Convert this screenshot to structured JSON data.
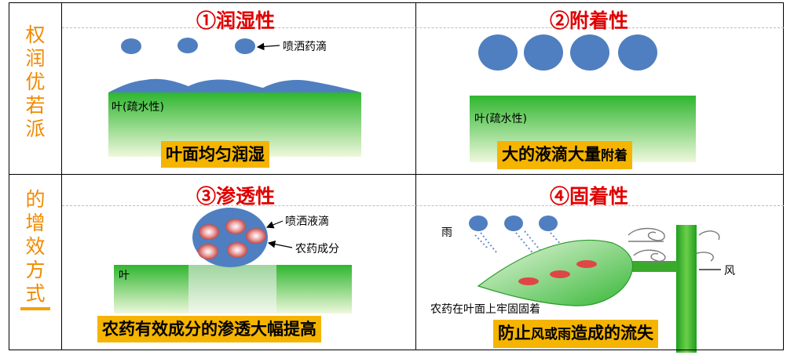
{
  "side_top": [
    "权",
    "润",
    "优",
    "若",
    "派"
  ],
  "side_bottom": [
    "的",
    "增",
    "效",
    "方",
    "式"
  ],
  "panels": {
    "p1": {
      "title": "①润湿性",
      "droplet_label": "喷洒药滴",
      "leaf_label": "叶(疏水性)",
      "caption": "叶面均匀润湿"
    },
    "p2": {
      "title": "②附着性",
      "leaf_label": "叶(疏水性)",
      "caption_main": "大的液滴大量",
      "caption_small": "附着"
    },
    "p3": {
      "title": "③渗透性",
      "droplet_label": "喷洒液滴",
      "ingredient_label": "农药成分",
      "leaf_label": "叶",
      "caption": "农药有效成分的渗透大幅提高"
    },
    "p4": {
      "title": "④固着性",
      "rain_label": "雨",
      "wind_label": "风",
      "fix_label": "农药在叶面上牢固固着",
      "caption_a": "防止",
      "caption_b": "风或雨",
      "caption_c": "造成的流失"
    }
  },
  "colors": {
    "droplet": "#4f7fc0",
    "leaf_top": "#2fb62f",
    "leaf_bottom": "#eef8dc",
    "title_red": "#e00000",
    "caption_bg": "#f5b400",
    "side_text": "#f08a00",
    "dot_red": "#e04646"
  }
}
